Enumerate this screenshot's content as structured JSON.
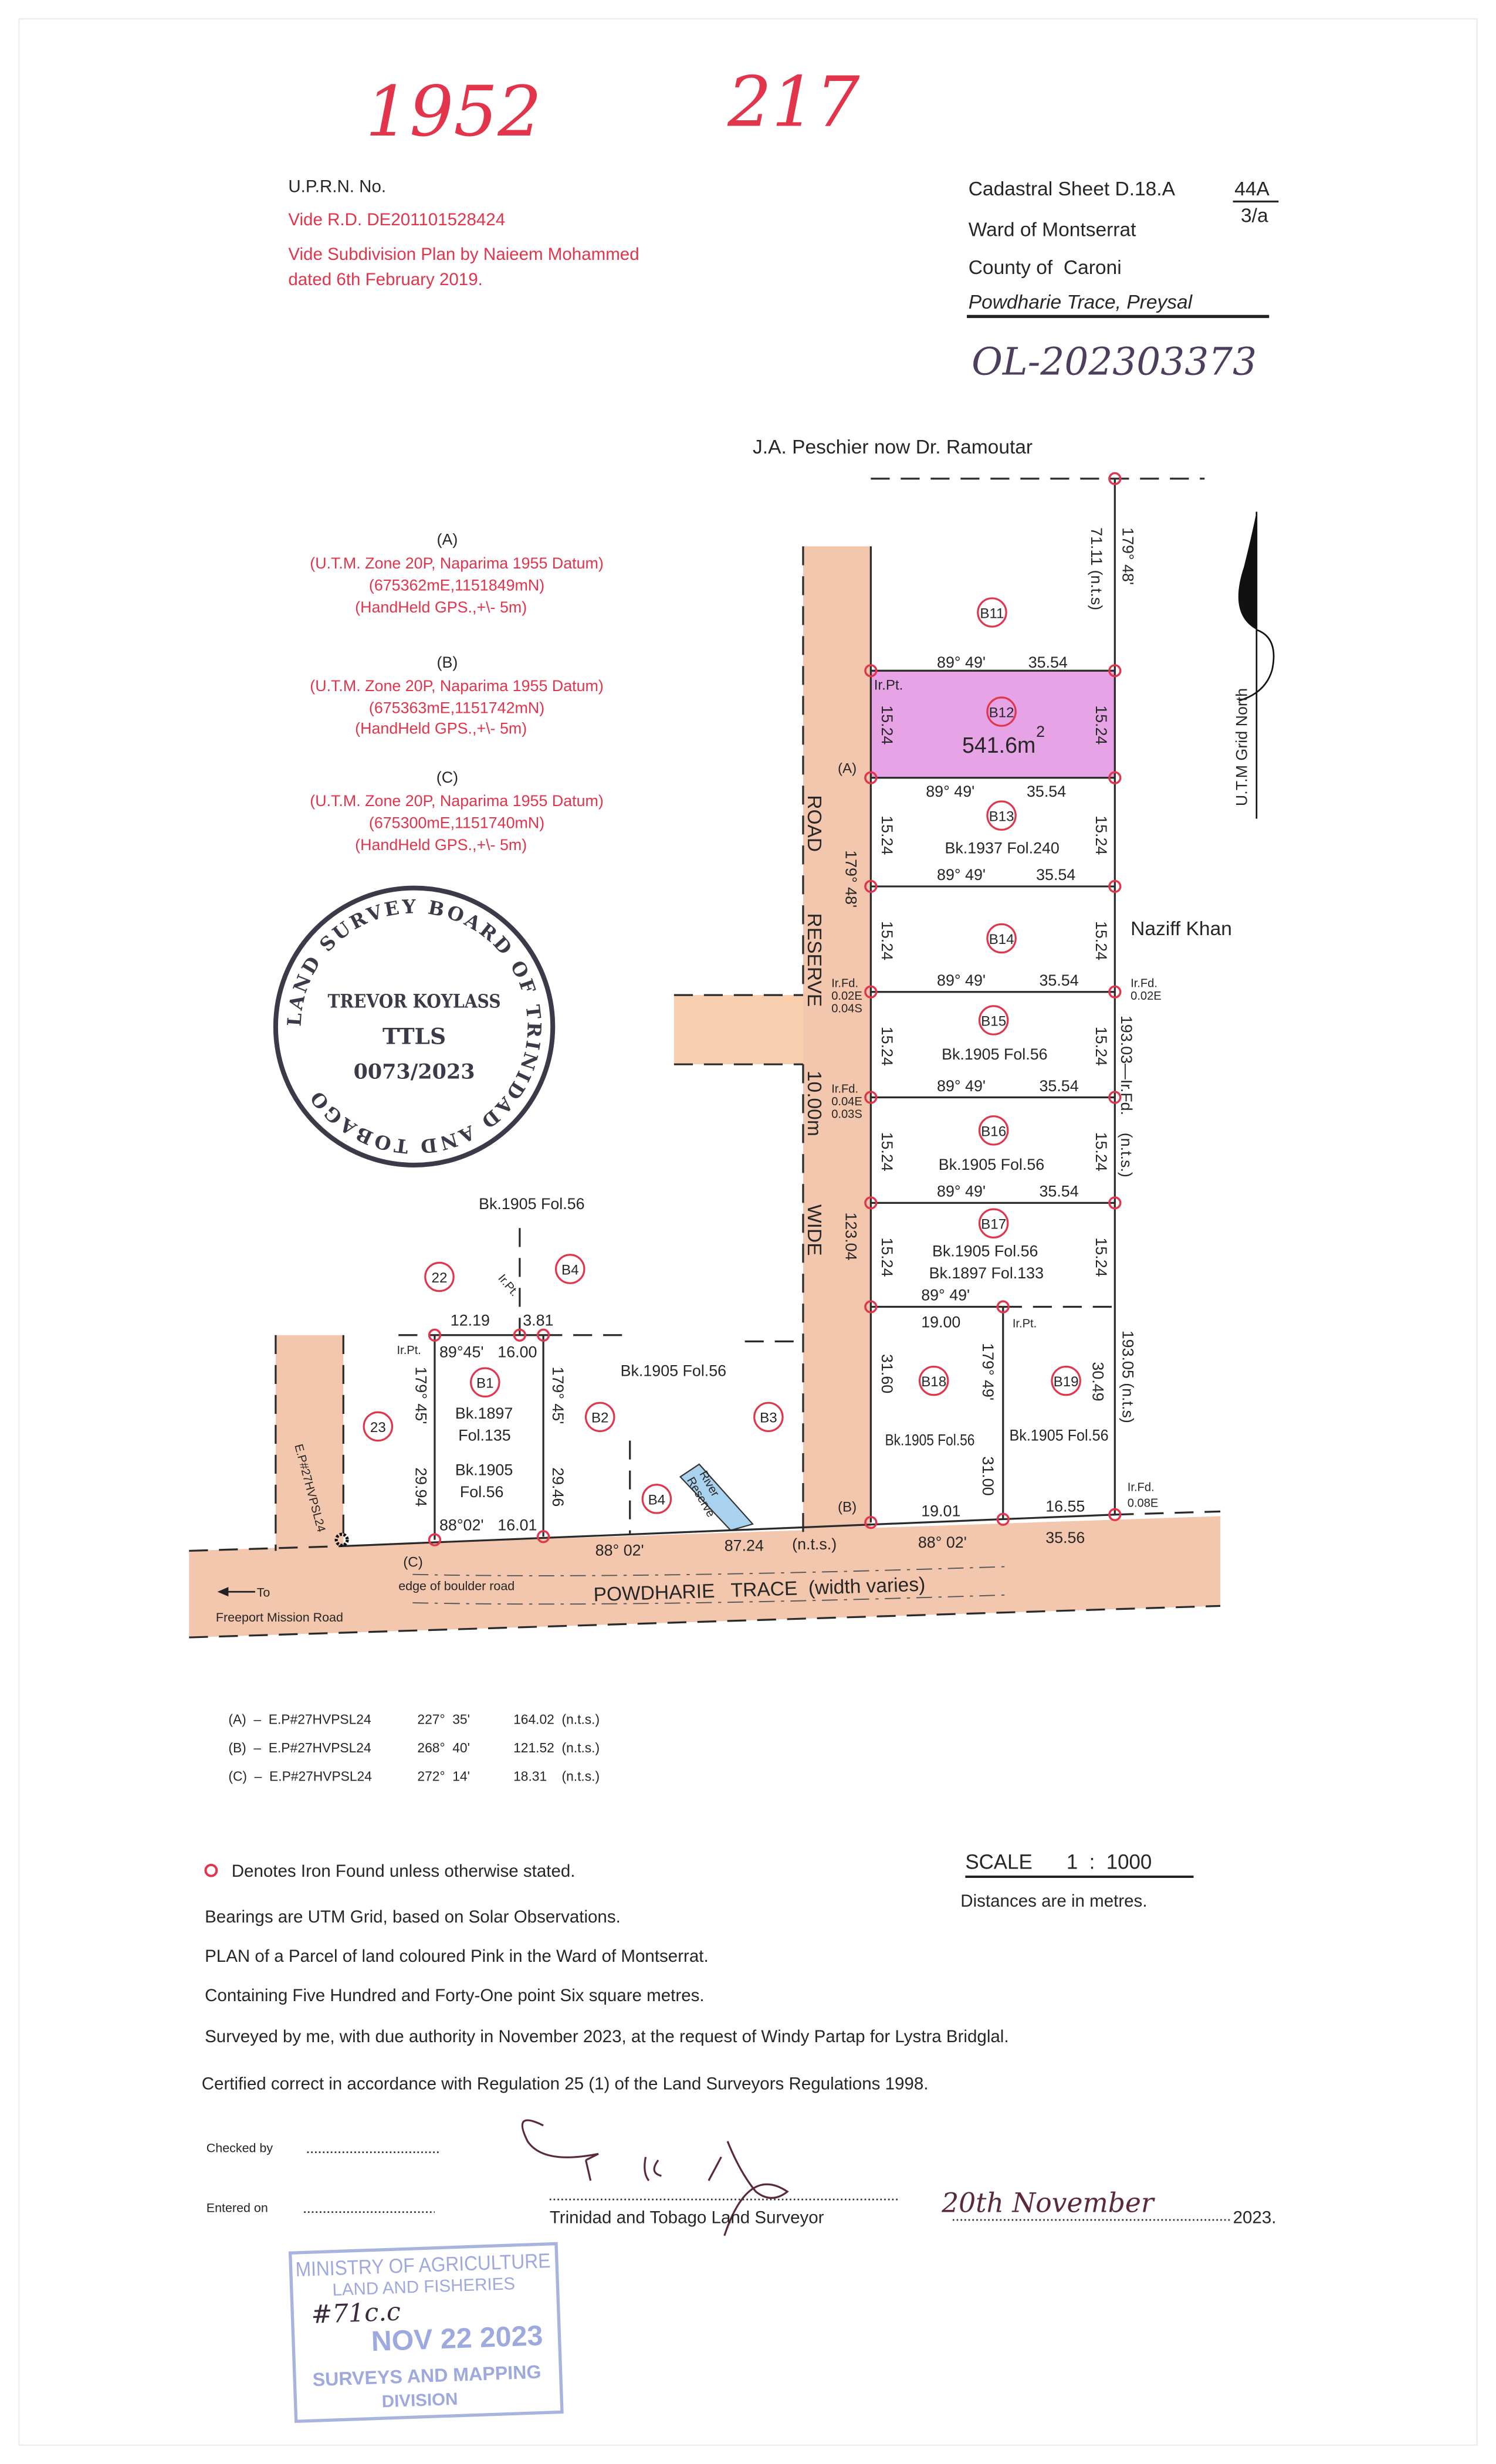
{
  "header": {
    "handwritten_numbers": [
      "1952",
      "217"
    ],
    "uprn_label": "U.P.R.N. No.",
    "vide_rd": "Vide R.D. DE201101528424",
    "vide_subdivision": "Vide Subdivision Plan by Naieem Mohammed",
    "dated": "dated 6th February 2019.",
    "cadastral_sheet": "Cadastral Sheet D.18.A",
    "sheet_numerator": "44A",
    "sheet_denominator": "3/a",
    "ward": "Ward of Montserrat",
    "county": "County of  Caroni",
    "location": "Powdharie Trace, Preysal",
    "ol_number": "OL-202303373"
  },
  "datum_points": [
    {
      "label": "(A)",
      "zone": "(U.T.M. Zone 20P, Naparima 1955 Datum)",
      "coords": "(675362mE,1151849mN)",
      "accuracy": "(HandHeld GPS.,+\\- 5m)"
    },
    {
      "label": "(B)",
      "zone": "(U.T.M. Zone 20P, Naparima 1955 Datum)",
      "coords": "(675363mE,1151742mN)",
      "accuracy": "(HandHeld GPS.,+\\- 5m)"
    },
    {
      "label": "(C)",
      "zone": "(U.T.M. Zone 20P, Naparima 1955 Datum)",
      "coords": "(675300mE,1151740mN)",
      "accuracy": "(HandHeld GPS.,+\\- 5m)"
    }
  ],
  "surveyor_stamp": {
    "ring_text": "LAND SURVEY BOARD OF TRINIDAD AND TOBAGO",
    "name": "TREVOR KOYLASS",
    "title": "TTLS",
    "number": "0073/2023"
  },
  "plan": {
    "north_neighbour": "J.A. Peschier now Dr. Ramoutar",
    "east_neighbour": "Naziff Khan",
    "north_arrow_label": "U.T.M Grid North",
    "road_reserve": {
      "w1": "ROAD",
      "w2": "RESERVE",
      "w3": "10.00m",
      "w4": "WIDE"
    },
    "main_road": "POWDHARIE   TRACE  (width varies)",
    "to_label": "To",
    "freeport": "Freeport Mission Road",
    "boulder": "edge of boulder road",
    "ep_label": "E.P#27HVPSL24",
    "river_reserve": {
      "w1": "River",
      "w2": "Reserve"
    },
    "bearing_89_49": "89°  49'",
    "dist_35_54": "35.54",
    "side_15_24": "15.24",
    "bearing_179_48": "179°  48'",
    "dist_71_11": "71.11  (n.t.s)",
    "dist_123_04": "123.04",
    "dist_193_03": "193.03—Ir.Fd.    (n.t.s.)",
    "dist_193_05": "193.05  (n.t.s)",
    "subject_area": "541.6m",
    "subject_area_sup": "2",
    "ir_pt": "Ir.Pt.",
    "ir_fd": "Ir.Fd.",
    "offset_02e": "0.02E",
    "offset_04s": "0.04S",
    "offset_04e": "0.04E",
    "offset_03s": "0.03S",
    "offset_08e": "0.08E",
    "point_a": "(A)",
    "point_b": "(B)",
    "point_c": "(C)",
    "lots": {
      "b11": "B11",
      "b12": "B12",
      "b13": "B13",
      "b14": "B14",
      "b15": "B15",
      "b16": "B16",
      "b17": "B17",
      "b18": "B18",
      "b19": "B19",
      "b1": "B1",
      "b2": "B2",
      "b3": "B3",
      "b4": "B4",
      "n22": "22",
      "n23": "23"
    },
    "deeds": {
      "bk1937": "Bk.1937  Fol.240",
      "bk1905": "Bk.1905  Fol.56",
      "bk1897_133": "Bk.1897  Fol.133",
      "bk1897": "Bk.1897",
      "fol135": "Fol.135",
      "bk1905_short": "Bk.1905",
      "fol56": "Fol.56"
    },
    "lower": {
      "d19_00": "19.00",
      "d31_60": "31.60",
      "b179_49": "179°  49'",
      "d31_00": "31.00",
      "d30_49": "30.49",
      "d19_01": "19.01",
      "d16_55": "16.55",
      "b88_02": "88°  02'",
      "d35_56": "35.56",
      "d12_19": "12.19",
      "d3_81": "3.81",
      "b89_45": "89°45'",
      "d16_00": "16.00",
      "b179_45": "179°  45'",
      "d29_94": "29.94",
      "d29_46": "29.46",
      "b88_02b": "88°02'",
      "d16_01": "16.01",
      "d87_24": "87.24",
      "nts": "(n.t.s.)"
    }
  },
  "ties_table": [
    {
      "point": "(A)  –  E.P#27HVPSL24",
      "bearing": "227°  35'",
      "distance": "164.02  (n.t.s.)"
    },
    {
      "point": "(B)  –  E.P#27HVPSL24",
      "bearing": "268°  40'",
      "distance": "121.52  (n.t.s.)"
    },
    {
      "point": "(C)  –  E.P#27HVPSL24",
      "bearing": "272°  14'",
      "distance": "18.31    (n.t.s.)"
    }
  ],
  "notes": {
    "iron_found": "Denotes Iron Found unless otherwise stated.",
    "bearings": "Bearings are UTM Grid, based on Solar Observations.",
    "plan_of": "PLAN of a Parcel of land coloured Pink in the Ward of Montserrat.",
    "containing": "Containing Five Hundred and Forty-One point Six square metres.",
    "surveyed": "Surveyed by me, with due authority in November 2023, at the request of Windy Partap for Lystra Bridglal.",
    "certified": "Certified correct in accordance with Regulation 25 (1) of the Land Surveyors Regulations 1998.",
    "scale": "SCALE      1  :  1000",
    "distances": "Distances are in metres."
  },
  "signoff": {
    "checked_by": "Checked by",
    "entered_on": "Entered on",
    "surveyor_title": "Trinidad and Tobago Land Surveyor",
    "date_handwritten": "20th November",
    "year": "2023."
  },
  "ministry_stamp": {
    "line1": "MINISTRY OF AGRICULTURE",
    "line2": "LAND AND FISHERIES",
    "date": "NOV 22 2023",
    "line3": "SURVEYS AND MAPPING",
    "line4": "DIVISION",
    "handwritten": "#71c.c"
  },
  "colors": {
    "red": "#e2354c",
    "road_pink": "#f3c6ae",
    "subject_pink": "#e6a4e6",
    "river_blue": "#a9d2ee"
  }
}
